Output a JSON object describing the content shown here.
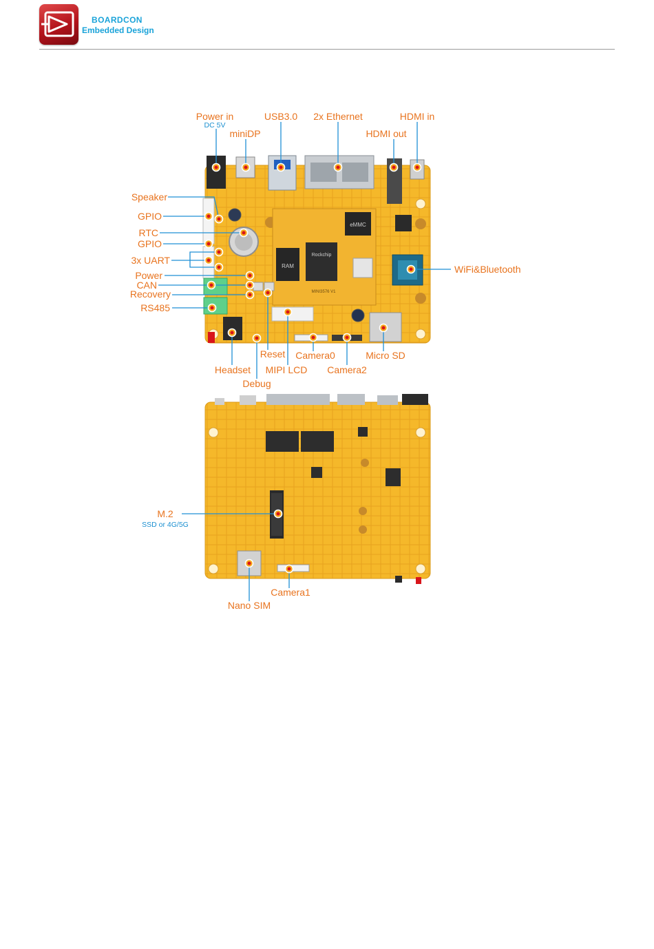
{
  "header": {
    "brand_name": "BOARDCON",
    "brand_tagline": "Embedded Design"
  },
  "colors": {
    "label_orange": "#e8731e",
    "sublabel_blue": "#1a8fd0",
    "leader_blue": "#1e8fd5",
    "pcb_yellow": "#f5b82a",
    "brand_red": "#c4161c",
    "brand_blue": "#1aa3d9"
  },
  "top_view": {
    "labels": {
      "power_in": "Power in",
      "power_in_sub": "DC 5V",
      "minidp": "miniDP",
      "usb30": "USB3.0",
      "ethernet": "2x Ethernet",
      "hdmi_out": "HDMI out",
      "hdmi_in": "HDMI in",
      "speaker": "Speaker",
      "gpio_top": "GPIO",
      "rtc": "RTC",
      "gpio_mid": "GPIO",
      "uart": "3x UART",
      "power": "Power",
      "can": "CAN",
      "recovery": "Recovery",
      "rs485": "RS485",
      "wifi_bt": "WiFi&Bluetooth",
      "reset": "Reset",
      "camera0": "Camera0",
      "micro_sd": "Micro SD",
      "headset": "Headset",
      "mipi_lcd": "MIPI LCD",
      "camera2": "Camera2",
      "debug": "Debug"
    },
    "silkscreen": {
      "emmc": "eMMC",
      "ram": "RAM",
      "soc_brand": "Rockchip",
      "module": "MINI3576 V1"
    }
  },
  "bottom_view": {
    "labels": {
      "m2": "M.2",
      "m2_sub": "SSD or 4G/5G",
      "camera1": "Camera1",
      "nano_sim": "Nano SIM"
    }
  }
}
